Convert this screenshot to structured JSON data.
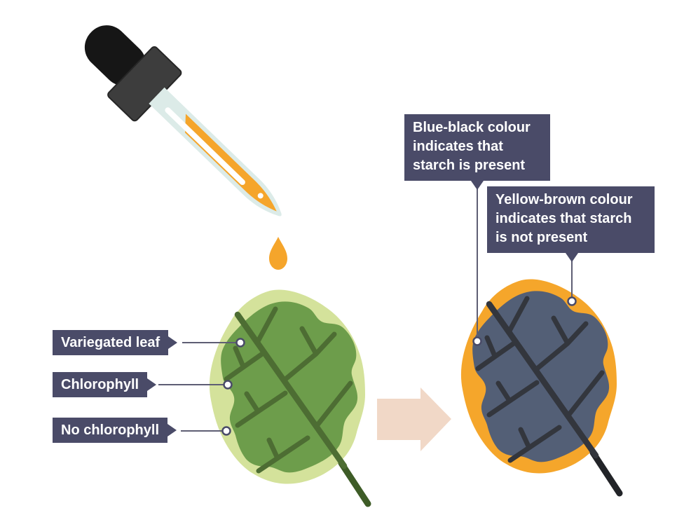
{
  "labels": {
    "left": [
      {
        "text": "Variegated leaf"
      },
      {
        "text": "Chlorophyll"
      },
      {
        "text": "No chlorophyll"
      }
    ],
    "callouts": [
      {
        "text": "Blue-black colour indicates that starch is present",
        "lines": [
          "Blue-black colour",
          "indicates that",
          "starch is present"
        ]
      },
      {
        "text": "Yellow-brown colour indicates that starch is not present",
        "lines": [
          "Yellow-brown colour",
          "indicates that starch",
          "is not present"
        ]
      }
    ]
  },
  "icons": {
    "dropper": "iodine-dropper-icon",
    "drop": "iodine-drop-icon",
    "left_leaf": "variegated-leaf-icon",
    "right_leaf": "iodine-stained-leaf-icon",
    "arrow": "right-arrow-icon"
  },
  "colors": {
    "background": "#ffffff",
    "box": "#4a4b68",
    "line": "#5e5e74",
    "dot_fill": "#ffffff",
    "leaf_pale": "#d4e29b",
    "leaf_green": "#6d9d4b",
    "vein_green": "#4d6d33",
    "stem_green": "#3e5c27",
    "leaf_orange": "#f5a62b",
    "leaf_slate": "#535f76",
    "vein_dark": "#33363d",
    "stem_dark": "#222428",
    "dropper_bulb": "#161616",
    "dropper_collar": "#3d3d3d",
    "dropper_glass": "#dcebe8",
    "iodine_orange": "#f5a52b",
    "arrow_pink": "#f1d8c7"
  }
}
